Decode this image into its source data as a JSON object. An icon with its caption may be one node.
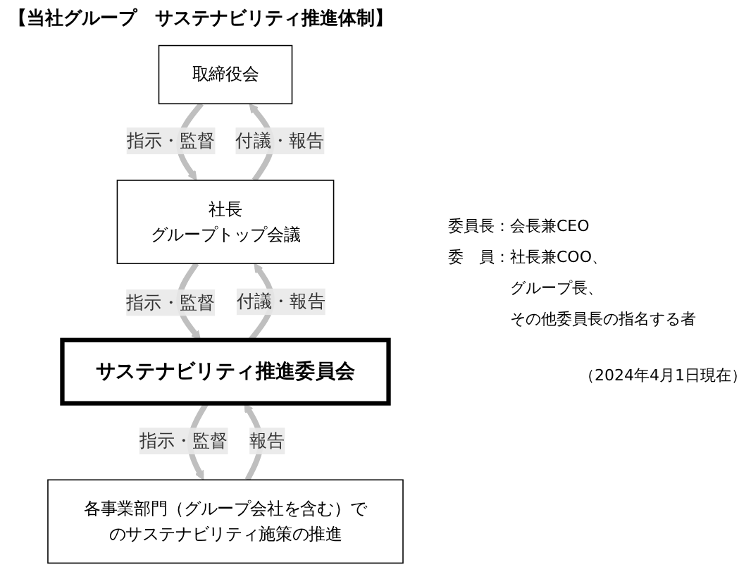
{
  "diagram": {
    "title": "【当社グループ　サステナビリティ推進体制】",
    "nodes": [
      {
        "text": [
          "取締役会"
        ]
      },
      {
        "text": [
          "社長",
          "グループトップ会議"
        ]
      },
      {
        "text": [
          "サステナビリティ推進委員会"
        ]
      },
      {
        "text": [
          "各事業部門（グループ会社を含む）でのサステナビリティ施策の推進"
        ]
      }
    ],
    "edges": [
      {
        "from": 1,
        "to": 0,
        "arrow": "to",
        "label": "付議・報告"
      },
      {
        "from": 0,
        "to": 1,
        "arrow": "to",
        "label": "指示・監督"
      },
      {
        "from": 2,
        "to": 1,
        "arrow": "to",
        "label": "付議・報告"
      },
      {
        "from": 1,
        "to": 2,
        "arrow": "to",
        "label": "指示・監督"
      },
      {
        "from": 3,
        "to": 2,
        "arrow": "to",
        "label": "報告"
      },
      {
        "from": 2,
        "to": 3,
        "arrow": "to",
        "label": "指示・監督"
      }
    ],
    "labels": [
      "委員長：会長兼CEO",
      "委　員：社長兼COO、",
      "グループ長、",
      "その他委員長の指名する者",
      "（2024年4月1日現在）"
    ]
  }
}
